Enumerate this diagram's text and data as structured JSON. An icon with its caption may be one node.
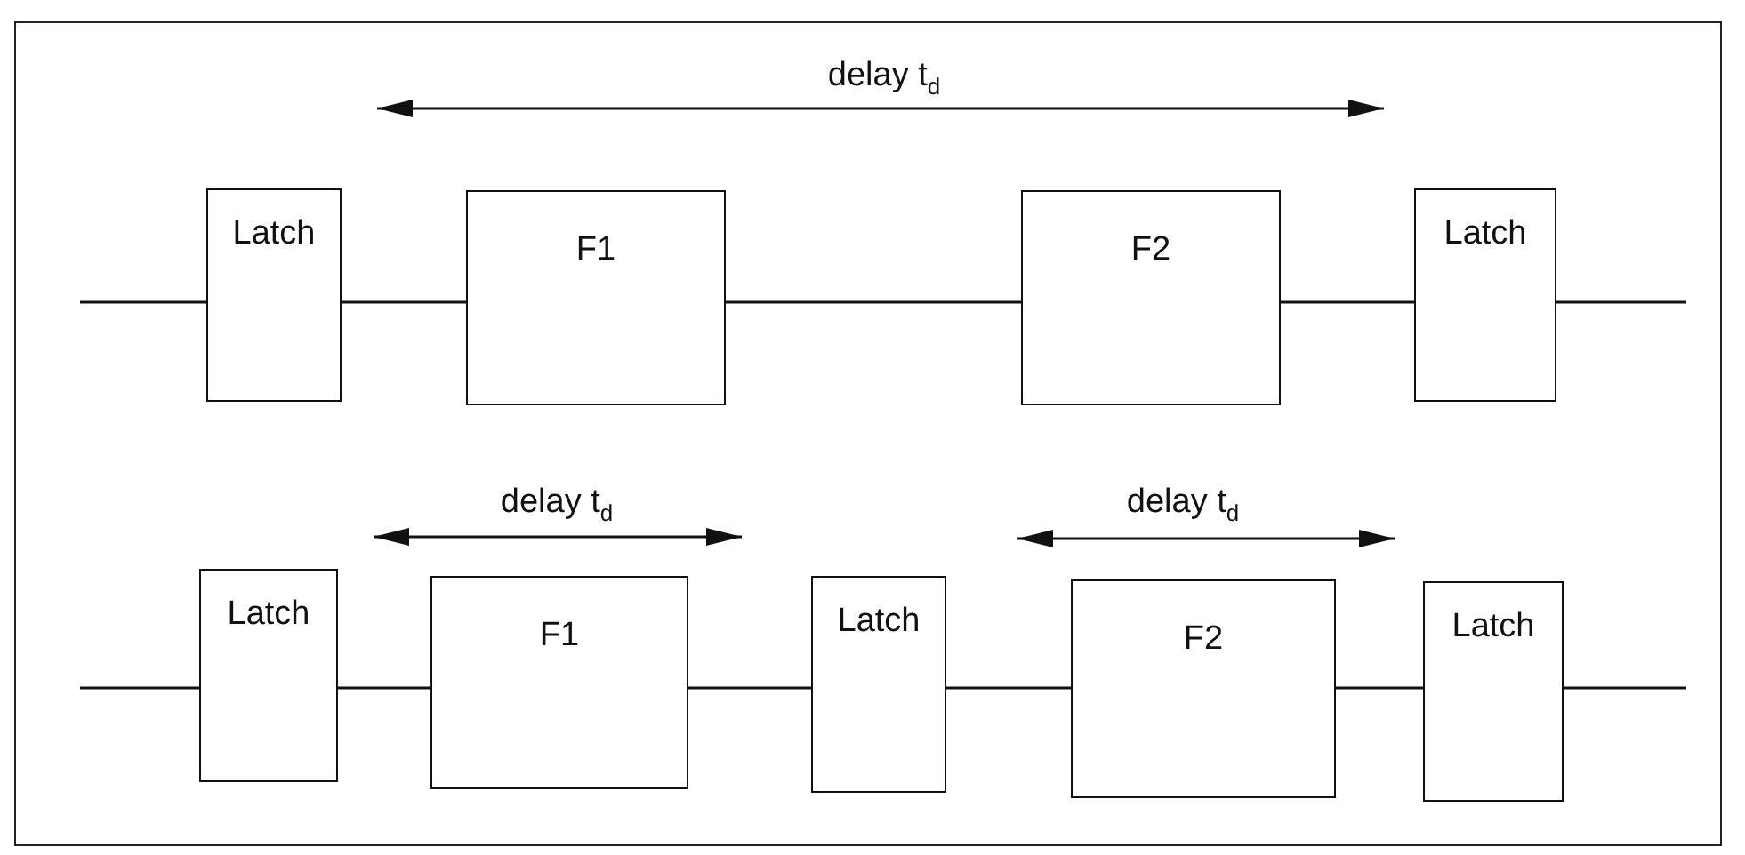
{
  "diagram": {
    "nodes": [
      {
        "text": [
          "Latch"
        ]
      },
      {
        "text": [
          "F1"
        ]
      },
      {
        "text": [
          "F2"
        ]
      },
      {
        "text": [
          "Latch"
        ]
      },
      {
        "text": [
          "Latch"
        ]
      },
      {
        "text": [
          "F1"
        ]
      },
      {
        "text": [
          "Latch"
        ]
      },
      {
        "text": [
          "F2"
        ]
      },
      {
        "text": [
          "Latch"
        ]
      }
    ],
    "edges": [
      {
        "from": null,
        "to": 0,
        "arrow": "none"
      },
      {
        "from": 0,
        "to": 1,
        "arrow": "none"
      },
      {
        "from": 1,
        "to": 2,
        "arrow": "none"
      },
      {
        "from": 2,
        "to": 3,
        "arrow": "none"
      },
      {
        "from": 3,
        "to": null,
        "arrow": "none"
      },
      {
        "from": null,
        "to": 4,
        "arrow": "none"
      },
      {
        "from": 4,
        "to": 5,
        "arrow": "none"
      },
      {
        "from": 5,
        "to": 6,
        "arrow": "none"
      },
      {
        "from": 6,
        "to": 7,
        "arrow": "none"
      },
      {
        "from": 7,
        "to": 8,
        "arrow": "none"
      },
      {
        "from": 8,
        "to": null,
        "arrow": "none"
      }
    ],
    "labels": [
      "delay t$_{d}$",
      "delay t$_{d}$",
      "delay t$_{d}$"
    ]
  }
}
